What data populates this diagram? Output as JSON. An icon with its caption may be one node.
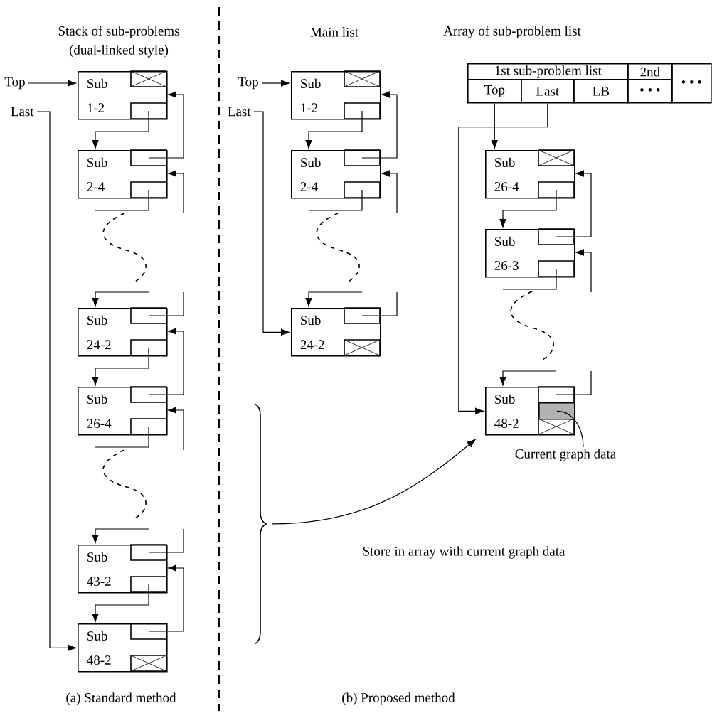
{
  "diagram": {
    "nodes": [
      {
        "text": [
          "Top"
        ]
      },
      {
        "text": [
          "Last"
        ]
      },
      {
        "text": [
          "Sub 1-2"
        ]
      },
      {
        "text": [
          "Sub 2-4"
        ]
      },
      {
        "text": [
          "Sub 24-2"
        ]
      },
      {
        "text": [
          "Sub 26-4"
        ]
      },
      {
        "text": [
          "Sub 43-2"
        ]
      },
      {
        "text": [
          "Sub 48-2"
        ]
      },
      {
        "text": [
          "Top"
        ]
      },
      {
        "text": [
          "Last"
        ]
      },
      {
        "text": [
          "Sub 1-2"
        ]
      },
      {
        "text": [
          "Sub 2-4"
        ]
      },
      {
        "text": [
          "Sub 24-2"
        ]
      },
      {
        "text": [
          "1st sub-problem list"
        ]
      },
      {
        "text": [
          "2nd"
        ]
      },
      {
        "text": [
          "Top"
        ]
      },
      {
        "text": [
          "Last"
        ]
      },
      {
        "text": [
          "LB"
        ]
      },
      {
        "text": [
          "• • •"
        ]
      },
      {
        "text": [
          "• • •"
        ]
      },
      {
        "text": [
          "Sub 26-4"
        ]
      },
      {
        "text": [
          "Sub 26-3"
        ]
      },
      {
        "text": [
          "Sub 48-2"
        ]
      },
      {
        "text": [
          "Current graph data"
        ]
      },
      {
        "text": [],
        "shape": "box",
        "in": 22
      },
      {
        "text": [],
        "shape": "brace"
      }
    ],
    "edges": [
      {
        "from": 0,
        "to": 2,
        "arrow": "to"
      },
      {
        "from": 1,
        "to": 7,
        "arrow": "to"
      },
      {
        "from": 2,
        "to": 3,
        "arrow": "to"
      },
      {
        "from": 3,
        "to": 2,
        "arrow": "to"
      },
      {
        "from": 3,
        "to": null,
        "arrow": "none"
      },
      {
        "from": null,
        "to": 4,
        "arrow": "to"
      },
      {
        "from": 4,
        "to": null,
        "arrow": "none"
      },
      {
        "from": null,
        "to": 3,
        "arrow": "to"
      },
      {
        "from": 4,
        "to": 5,
        "arrow": "to"
      },
      {
        "from": 5,
        "to": 4,
        "arrow": "to"
      },
      {
        "from": 5,
        "to": null,
        "arrow": "none"
      },
      {
        "from": null,
        "to": 6,
        "arrow": "to"
      },
      {
        "from": 6,
        "to": null,
        "arrow": "none"
      },
      {
        "from": null,
        "to": 5,
        "arrow": "to"
      },
      {
        "from": 6,
        "to": 7,
        "arrow": "to"
      },
      {
        "from": 7,
        "to": 6,
        "arrow": "to"
      },
      {
        "from": 8,
        "to": 10,
        "arrow": "to"
      },
      {
        "from": 9,
        "to": 12,
        "arrow": "to"
      },
      {
        "from": 10,
        "to": 11,
        "arrow": "to"
      },
      {
        "from": 11,
        "to": 10,
        "arrow": "to"
      },
      {
        "from": 11,
        "to": null,
        "arrow": "none"
      },
      {
        "from": null,
        "to": 12,
        "arrow": "to"
      },
      {
        "from": 12,
        "to": null,
        "arrow": "none"
      },
      {
        "from": null,
        "to": 11,
        "arrow": "to"
      },
      {
        "from": 15,
        "to": 20,
        "arrow": "to"
      },
      {
        "from": 16,
        "to": 22,
        "arrow": "to"
      },
      {
        "from": 20,
        "to": 21,
        "arrow": "to"
      },
      {
        "from": 21,
        "to": 20,
        "arrow": "to"
      },
      {
        "from": 21,
        "to": null,
        "arrow": "none"
      },
      {
        "from": null,
        "to": 22,
        "arrow": "to"
      },
      {
        "from": 22,
        "to": null,
        "arrow": "none"
      },
      {
        "from": null,
        "to": 21,
        "arrow": "to"
      },
      {
        "from": 23,
        "to": 24,
        "arrow": "none"
      },
      {
        "from": 25,
        "to": 22,
        "arrow": "to"
      }
    ],
    "labels": [
      "Stack of sub-problems",
      "(dual-linked style)",
      "Main list",
      "Array of sub-problem list",
      "Store in array with current graph data",
      "(a) Standard method",
      "(b) Proposed method"
    ]
  }
}
